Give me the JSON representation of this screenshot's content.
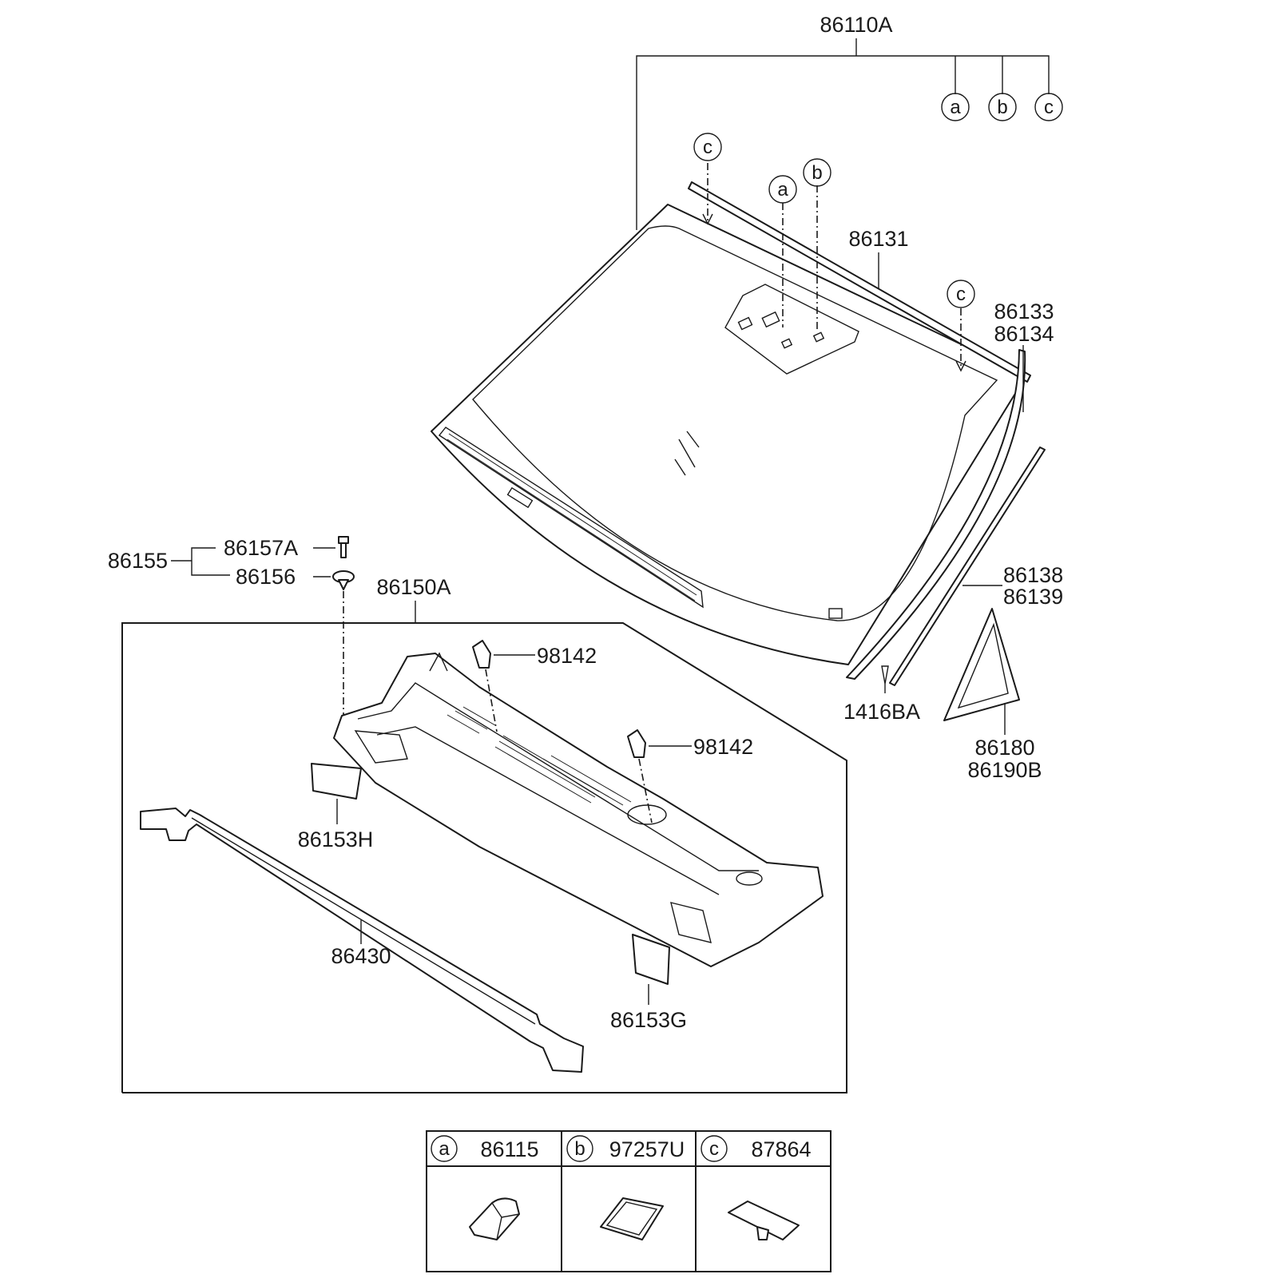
{
  "labels": {
    "windshield_assy": "86110A",
    "molding_top": "86131",
    "molding_side_1": "86133",
    "molding_side_2": "86134",
    "side_molding_1": "86138",
    "side_molding_2": "86139",
    "clip": "1416BA",
    "corner_cover_1": "86180",
    "corner_cover_2": "86190B",
    "cowl_assy": "86150A",
    "nozzle_1": "98142",
    "nozzle_2": "98142",
    "fastener_assy": "86155",
    "screw": "86157A",
    "grommet": "86156",
    "seal_left": "86153H",
    "seal_right": "86153G",
    "weatherstrip": "86430"
  },
  "callouts": {
    "a": "a",
    "b": "b",
    "c": "c"
  },
  "legend": [
    {
      "key": "a",
      "part": "86115"
    },
    {
      "key": "b",
      "part": "97257U"
    },
    {
      "key": "c",
      "part": "87864"
    }
  ]
}
